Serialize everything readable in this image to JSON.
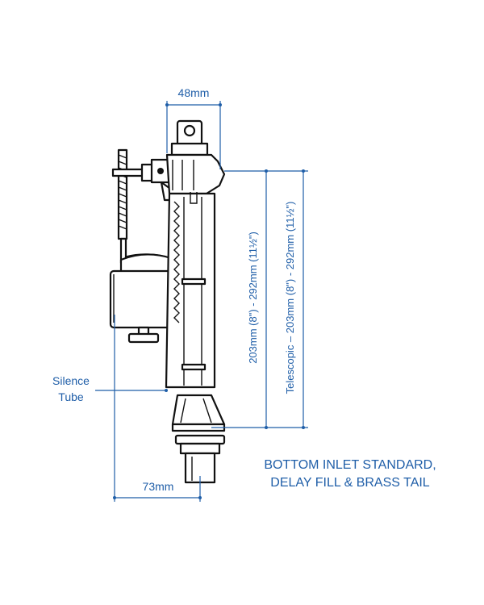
{
  "dimensions": {
    "width_top": "48mm",
    "offset_bottom": "73mm",
    "height_standard": "203mm (8\") - 292mm (11½\")",
    "height_telescopic": "Telescopic – 203mm (8\") - 292mm (11½\")"
  },
  "labels": {
    "silence_line1": "Silence",
    "silence_line2": "Tube",
    "title_line1": "BOTTOM INLET STANDARD,",
    "title_line2": "DELAY FILL & BRASS TAIL"
  },
  "colors": {
    "annotation": "#1f5ea8",
    "drawing": "#111111"
  }
}
